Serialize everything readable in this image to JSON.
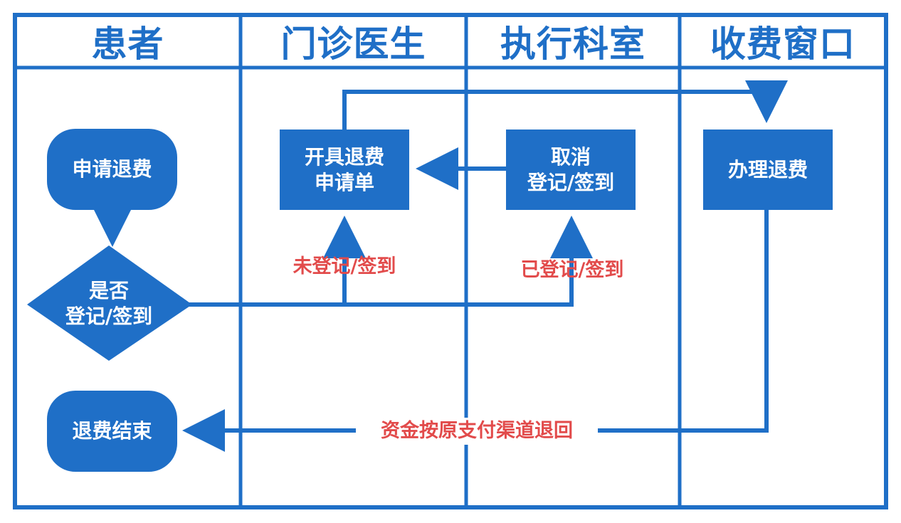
{
  "lanes": [
    {
      "id": "patient",
      "title": "患者"
    },
    {
      "id": "doctor",
      "title": "门诊医生"
    },
    {
      "id": "exec",
      "title": "执行科室"
    },
    {
      "id": "cashier",
      "title": "收费窗口"
    }
  ],
  "nodes": {
    "apply_refund": "申请退费",
    "is_registered": "是否\n登记/签到",
    "refund_end": "退费结束",
    "issue_refund_form": "开具退费\n申请单",
    "cancel_registration": "取消\n登记/签到",
    "process_refund": "办理退费"
  },
  "edges": {
    "not_registered": "未登记/签到",
    "registered": "已登记/签到",
    "funds_returned": "资金按原支付渠道退回"
  },
  "colors": {
    "primary": "#1f6fc7",
    "edge_label": "#e24b4b",
    "background": "#ffffff"
  }
}
